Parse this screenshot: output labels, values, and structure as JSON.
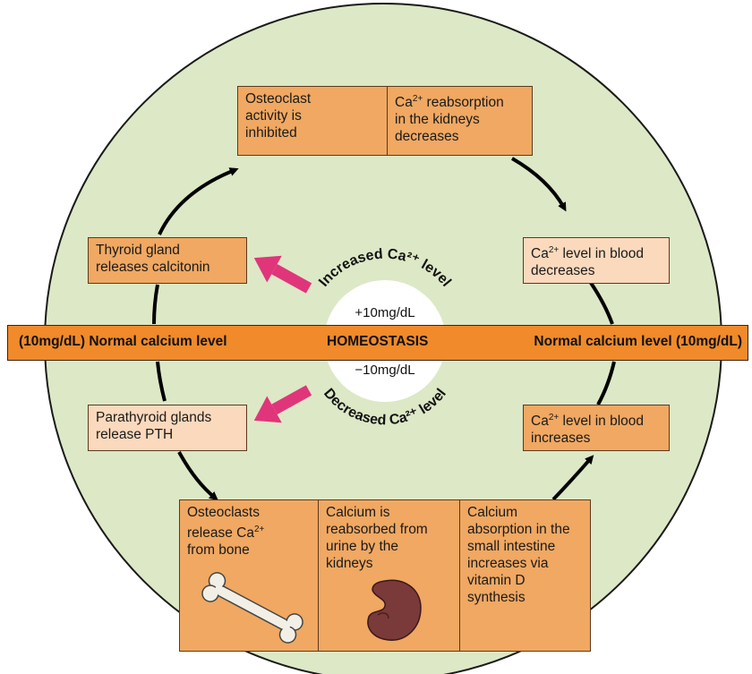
{
  "diagram": {
    "title": "",
    "band": {
      "left_label": "(10mg/dL) Normal calcium level",
      "center_label": "HOMEOSTASIS",
      "right_label": "Normal calcium level (10mg/dL)"
    },
    "hub": {
      "upper_value": "+10mg/dL",
      "lower_value": "−10mg/dL",
      "upper_arc_label": "Increased Ca²⁺ level",
      "lower_arc_label": "Decreased Ca²⁺ level"
    },
    "top_box": {
      "left": {
        "l1": "Osteoclast",
        "l2": "activity is",
        "l3": "inhibited"
      },
      "right": {
        "l1_pre": "Ca",
        "l1_sup": "2+",
        "l1_post": " reabsorption",
        "l2": "in the kidneys",
        "l3": "decreases"
      }
    },
    "thyroid_box": {
      "l1": "Thyroid gland",
      "l2": "releases calcitonin"
    },
    "blood_decreases_box": {
      "l1_pre": "Ca",
      "l1_sup": "2+",
      "l1_post": " level in blood",
      "l2": "decreases"
    },
    "parathyroid_box": {
      "l1": "Parathyroid glands",
      "l2": "release PTH"
    },
    "blood_increases_box": {
      "l1_pre": "Ca",
      "l1_sup": "2+",
      "l1_post": " level in blood",
      "l2": "increases"
    },
    "bottom_box": {
      "left": {
        "l1": "Osteoclasts",
        "l2_pre": "release Ca",
        "l2_sup": "2+",
        "l3": "from bone"
      },
      "middle": {
        "l1": "Calcium is",
        "l2": "reabsorbed from",
        "l3": "urine by the",
        "l4": "kidneys"
      },
      "right": {
        "l1": "Calcium",
        "l2": "absorption in the",
        "l3": "small intestine",
        "l4": "increases via",
        "l5": "vitamin D",
        "l6": "synthesis"
      }
    },
    "icons": [
      "bone-icon",
      "kidney-icon"
    ],
    "colors": {
      "circle_fill": "#dde8c6",
      "box_dark": "#f0a862",
      "box_light": "#fbd9bd",
      "band": "#f08a2a",
      "pink_arrow": "#e0357a"
    }
  }
}
